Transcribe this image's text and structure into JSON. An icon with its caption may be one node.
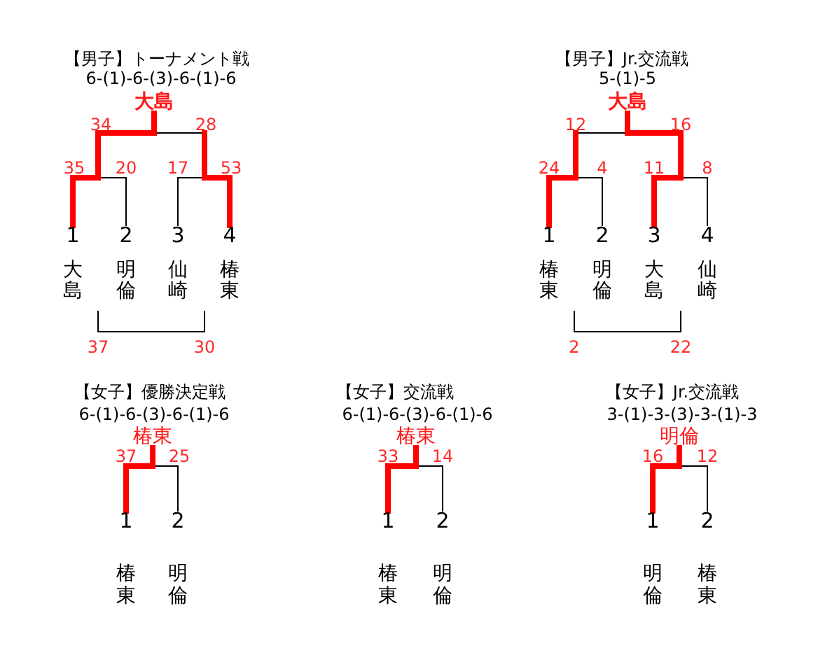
{
  "diagram": {
    "nodes": [
      {
        "text": [
          "大島"
        ]
      },
      {
        "text": [
          "1",
          "大島"
        ]
      },
      {
        "text": [
          "2",
          "明倫"
        ]
      },
      {
        "text": [
          "3",
          "仙崎"
        ]
      },
      {
        "text": [
          "4",
          "椿東"
        ]
      },
      {
        "text": [
          "大島"
        ]
      },
      {
        "text": [
          "1",
          "椿東"
        ]
      },
      {
        "text": [
          "2",
          "明倫"
        ]
      },
      {
        "text": [
          "3",
          "大島"
        ]
      },
      {
        "text": [
          "4",
          "仙崎"
        ]
      },
      {
        "text": [
          "椿東"
        ]
      },
      {
        "text": [
          "1",
          "椿東"
        ]
      },
      {
        "text": [
          "2",
          "明倫"
        ]
      },
      {
        "text": [
          "椿東"
        ]
      },
      {
        "text": [
          "1",
          "椿東"
        ]
      },
      {
        "text": [
          "2",
          "明倫"
        ]
      },
      {
        "text": [
          "明倫"
        ]
      },
      {
        "text": [
          "1",
          "明倫"
        ]
      },
      {
        "text": [
          "2",
          "椿東"
        ]
      }
    ],
    "edges": [
      {
        "from": 1,
        "to": 0,
        "arrow": "none",
        "style": "thick",
        "color": "#ff0000"
      },
      {
        "from": 2,
        "to": 0,
        "arrow": "none",
        "color": "#000000"
      },
      {
        "from": 3,
        "to": 0,
        "arrow": "none",
        "color": "#000000"
      },
      {
        "from": 4,
        "to": 0,
        "arrow": "none",
        "style": "thick",
        "color": "#ff0000"
      },
      {
        "from": 6,
        "to": 5,
        "arrow": "none",
        "style": "thick",
        "color": "#ff0000"
      },
      {
        "from": 7,
        "to": 5,
        "arrow": "none",
        "color": "#000000"
      },
      {
        "from": 8,
        "to": 5,
        "arrow": "none",
        "style": "thick",
        "color": "#ff0000"
      },
      {
        "from": 9,
        "to": 5,
        "arrow": "none",
        "color": "#000000"
      },
      {
        "from": 11,
        "to": 10,
        "arrow": "none",
        "style": "thick",
        "color": "#ff0000"
      },
      {
        "from": 12,
        "to": 10,
        "arrow": "none",
        "color": "#000000"
      },
      {
        "from": 14,
        "to": 13,
        "arrow": "none",
        "style": "thick",
        "color": "#ff0000"
      },
      {
        "from": 15,
        "to": 13,
        "arrow": "none",
        "color": "#000000"
      },
      {
        "from": 17,
        "to": 16,
        "arrow": "none",
        "style": "thick",
        "color": "#ff0000"
      },
      {
        "from": 18,
        "to": 16,
        "arrow": "none",
        "color": "#000000"
      }
    ],
    "labels": [
      "【男子】トーナメント戦",
      "6-(1)-6-(3)-6-(1)-6",
      "34",
      "28",
      "35",
      "20",
      "17",
      "53",
      "37",
      "30",
      "【男子】Jr.交流戦",
      "5-(1)-5",
      "12",
      "16",
      "24",
      "4",
      "11",
      "8",
      "2",
      "22",
      "【女子】優勝決定戦",
      "6-(1)-6-(3)-6-(1)-6",
      "37",
      "25",
      "【女子】交流戦",
      "6-(1)-6-(3)-6-(1)-6",
      "33",
      "14",
      "【女子】Jr.交流戦",
      "3-(1)-3-(3)-3-(1)-3",
      "16",
      "12"
    ]
  }
}
